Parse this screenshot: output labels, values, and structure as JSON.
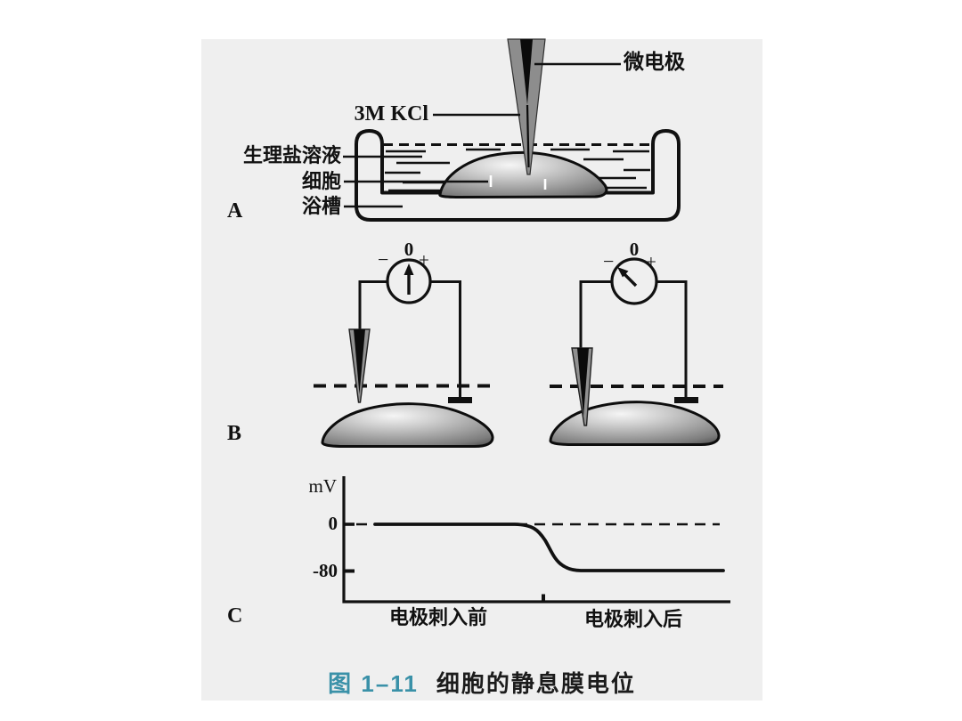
{
  "figure": {
    "caption_number": "图 1–11",
    "caption_title": "细胞的静息膜电位"
  },
  "panel_a": {
    "label": "A",
    "microelectrode_label": "微电极",
    "kcl_label": "3M KCl",
    "saline_label": "生理盐溶液",
    "cell_label": "细胞",
    "bath_label": "浴槽"
  },
  "panel_b": {
    "label": "B",
    "meter_before": {
      "zero": "0",
      "minus": "−",
      "plus": "+",
      "needle": "pointing-up-at-zero"
    },
    "meter_after": {
      "zero": "0",
      "minus": "−",
      "plus": "+",
      "needle": "deflected-toward-minus"
    }
  },
  "panel_c": {
    "label": "C",
    "y_axis_unit": "mV",
    "tick_zero": "0",
    "tick_minus80": "-80",
    "x_label_before": "电极刺入前",
    "x_label_after": "电极刺入后"
  },
  "chart_data": {
    "type": "line",
    "title": "",
    "ylabel": "mV",
    "yticks": [
      0,
      -80
    ],
    "ylim": [
      -110,
      40
    ],
    "x_phase_labels": [
      "电极刺入前",
      "电极刺入后"
    ],
    "series": [
      {
        "name": "膜电位",
        "points": [
          [
            0,
            0
          ],
          [
            0.46,
            0
          ],
          [
            0.56,
            -80
          ],
          [
            1,
            -80
          ]
        ],
        "description": "0 mV before electrode insertion, sigmoid drop to -80 mV at insertion, steady -80 mV after"
      }
    ],
    "reference_line": {
      "y": 0,
      "style": "dashed"
    },
    "grid": false,
    "legend": "none"
  },
  "colors": {
    "page_background": "#ffffff",
    "panel_background": "#efefef",
    "line": "#111111",
    "caption_number": "#3a91a8",
    "caption_text": "#1c1c1c"
  }
}
